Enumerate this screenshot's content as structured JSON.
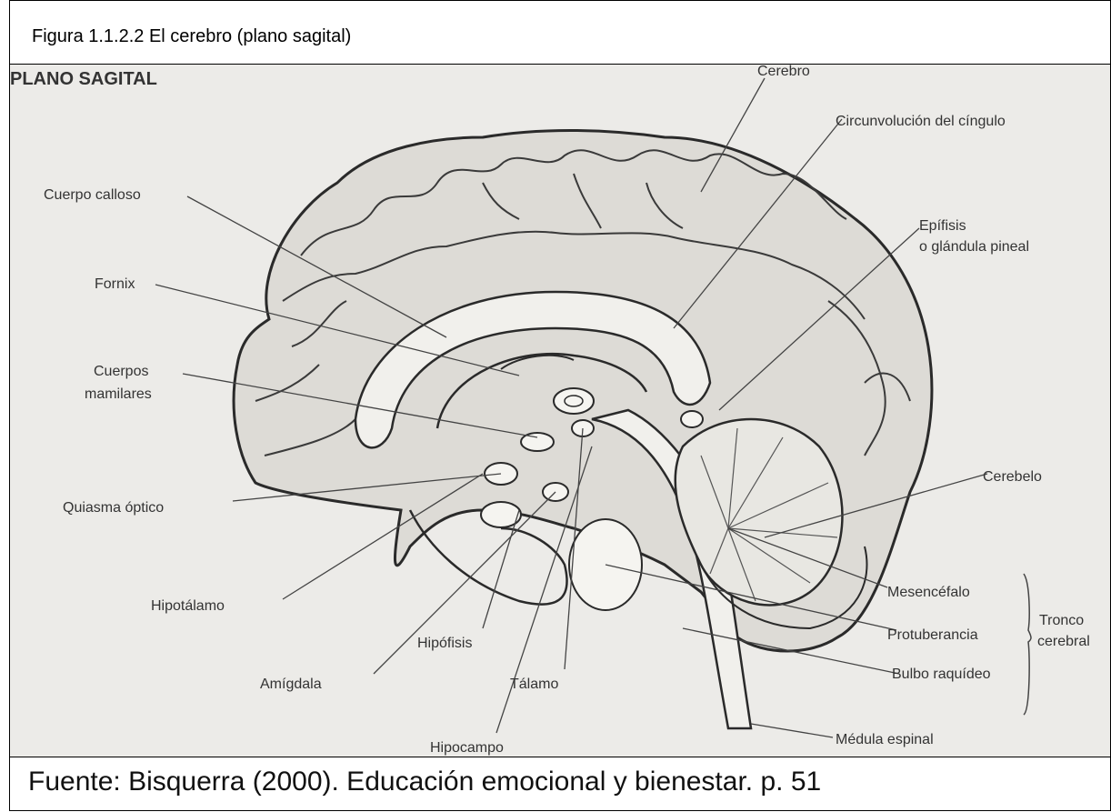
{
  "figure_title": "Figura 1.1.2.2 El cerebro (plano sagital)",
  "plate_heading": "PLANO SAGITAL",
  "labels": {
    "cerebro": "Cerebro",
    "circunvolucion": "Circunvolución del cíngulo",
    "cuerpo_calloso": "Cuerpo calloso",
    "epifisis_1": "Epífisis",
    "epifisis_2": "o glándula pineal",
    "fornix": "Fornix",
    "cuerpos_1": "Cuerpos",
    "cuerpos_2": "mamilares",
    "quiasma": "Quiasma óptico",
    "cerebelo": "Cerebelo",
    "mesencefalo": "Mesencéfalo",
    "protuberancia": "Protuberancia",
    "bulbo": "Bulbo raquídeo",
    "tronco_1": "Tronco",
    "tronco_2": "cerebral",
    "hipotalamo": "Hipotálamo",
    "hipofisis": "Hipófisis",
    "amigdala": "Amígdala",
    "talamo": "Tálamo",
    "hipocampo": "Hipocampo",
    "medula": "Médula espinal"
  },
  "source": "Fuente: Bisquerra (2000). Educación emocional y bienestar. p. 51"
}
